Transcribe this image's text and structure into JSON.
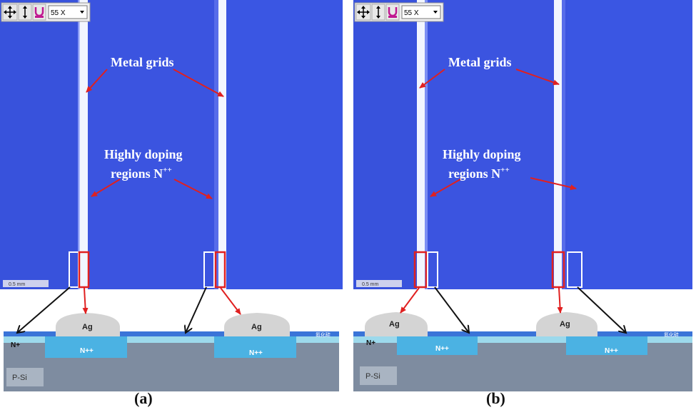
{
  "panels": [
    {
      "label": "(a)",
      "toolbar": {
        "zoom": "55 X"
      },
      "scale_bar": "0.5 mm",
      "annotations": {
        "metal_grids": "Metal grids",
        "doping_line1": "Highly doping",
        "doping_line2": "regions N",
        "doping_sup": "++"
      },
      "cross_section": {
        "ag": "Ag",
        "n_plus": "N+",
        "n_pp": "N++",
        "substrate": "P-Si",
        "coating": "氮化硅"
      }
    },
    {
      "label": "(b)",
      "toolbar": {
        "zoom": "55 X"
      },
      "scale_bar": "0.5 mm",
      "annotations": {
        "metal_grids": "Metal grids",
        "doping_line1": "Highly doping",
        "doping_line2": "regions N",
        "doping_sup": "++"
      },
      "cross_section": {
        "ag": "Ag",
        "n_plus": "N+",
        "n_pp": "N++",
        "substrate": "P-Si",
        "coating": "氮化硅"
      }
    }
  ],
  "colors": {
    "micrograph": "#3b54e0",
    "grid_line": "#f2f6ff",
    "arrow_red": "#e02020",
    "arrow_black": "#111111",
    "nitride": "#3a74d8",
    "n_plus": "#9cd9ec",
    "n_pp": "#4bb2e3",
    "p_si": "#7e8ca0",
    "ag": "#d4d4d4"
  }
}
